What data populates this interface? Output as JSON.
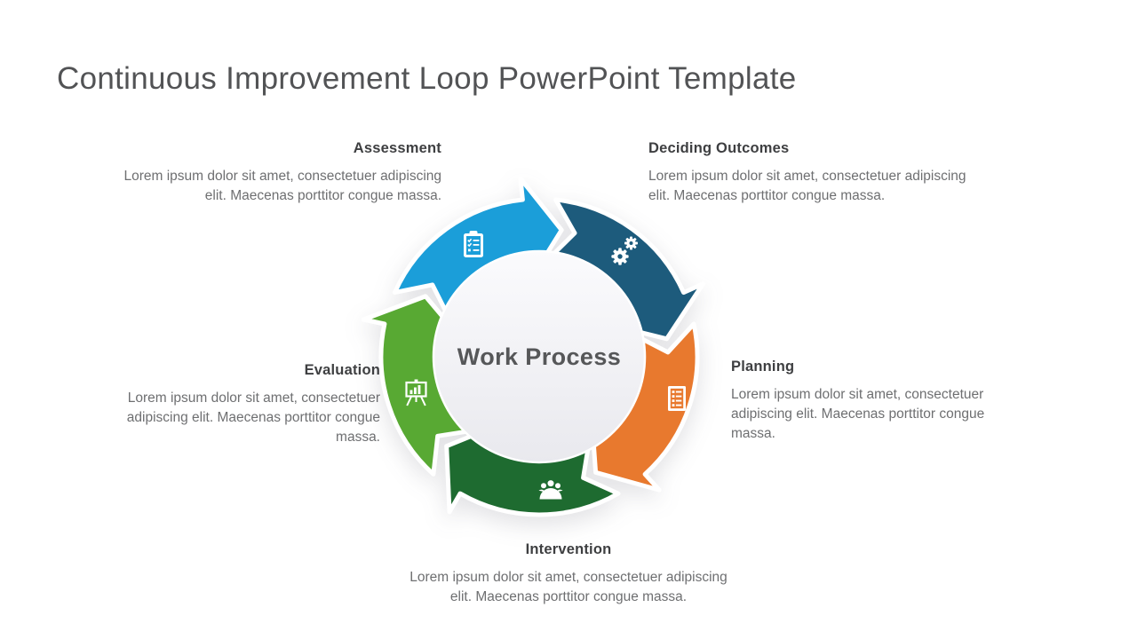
{
  "slide": {
    "title": "Continuous Improvement Loop PowerPoint Template",
    "center_label": "Work Process",
    "steps": [
      {
        "label": "Assessment",
        "description": "Lorem ipsum dolor sit amet, consectetuer adipiscing elit. Maecenas porttitor congue massa.",
        "color": "#1b9ed9",
        "icon": "clipboard-checklist-icon"
      },
      {
        "label": "Deciding Outcomes",
        "description": "Lorem ipsum dolor sit amet, consectetuer adipiscing elit. Maecenas porttitor congue massa.",
        "color": "#1d5b7c",
        "icon": "gears-icon"
      },
      {
        "label": "Planning",
        "description": "Lorem ipsum dolor sit amet, consectetuer adipiscing elit. Maecenas porttitor congue massa.",
        "color": "#e8792e",
        "icon": "document-list-icon"
      },
      {
        "label": "Intervention",
        "description": "Lorem ipsum dolor sit amet, consectetuer adipiscing elit. Maecenas porttitor congue massa.",
        "color": "#1e6b30",
        "icon": "meeting-people-icon"
      },
      {
        "label": "Evaluation",
        "description": "Lorem ipsum dolor sit amet, consectetuer adipiscing elit. Maecenas porttitor congue massa.",
        "color": "#58a933",
        "icon": "presentation-chart-icon"
      }
    ],
    "colors": {
      "title_text": "#525355",
      "heading_text": "#3e3f41",
      "body_text": "#6e6f71",
      "center_text": "#565759",
      "center_fill": "#f0f0f3"
    }
  }
}
